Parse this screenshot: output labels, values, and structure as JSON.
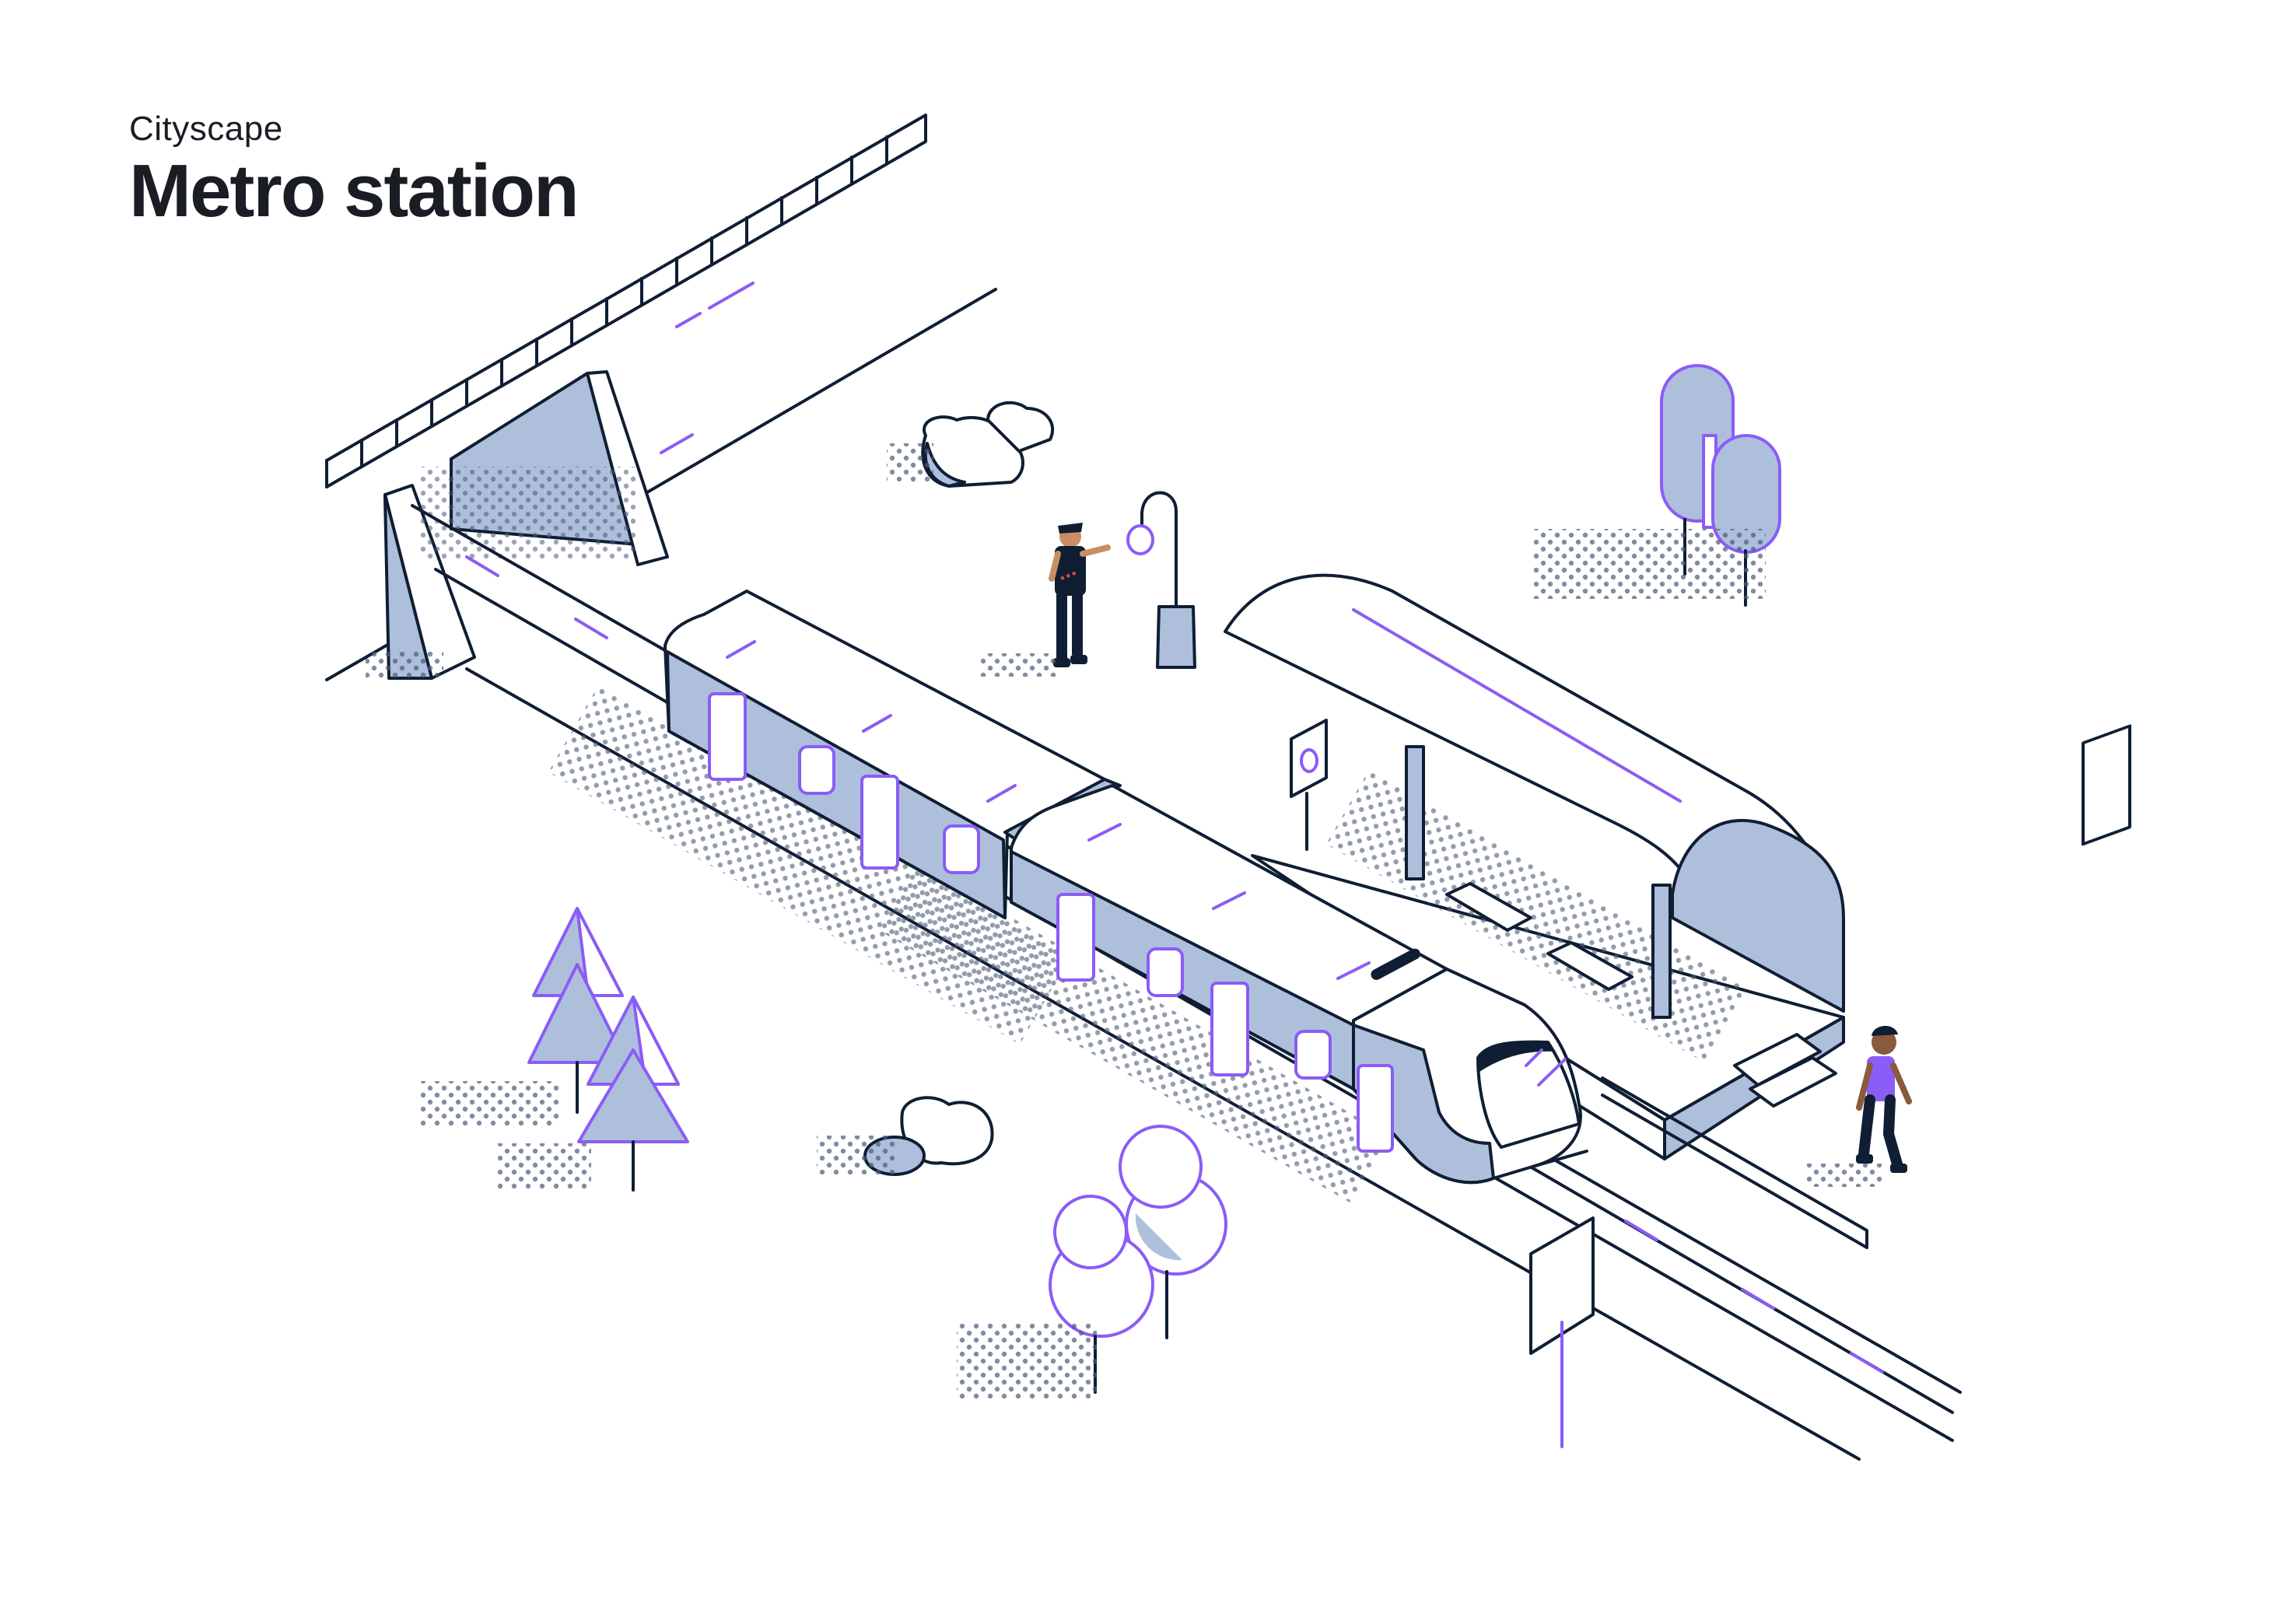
{
  "header": {
    "subtitle": "Cityscape",
    "title": "Metro station"
  },
  "colors": {
    "outline": "#0f1e33",
    "accent": "#8b5cf6",
    "fill": "#aebfdc",
    "background": "#ffffff"
  },
  "icons": [
    "overpass-bridge",
    "tunnel-portal",
    "metro-train",
    "platform-shelter",
    "station-sign",
    "bench",
    "street-lamp",
    "security-camera",
    "pine-tree",
    "round-tree",
    "bush",
    "pedestrian",
    "staff-person",
    "track-sign"
  ]
}
